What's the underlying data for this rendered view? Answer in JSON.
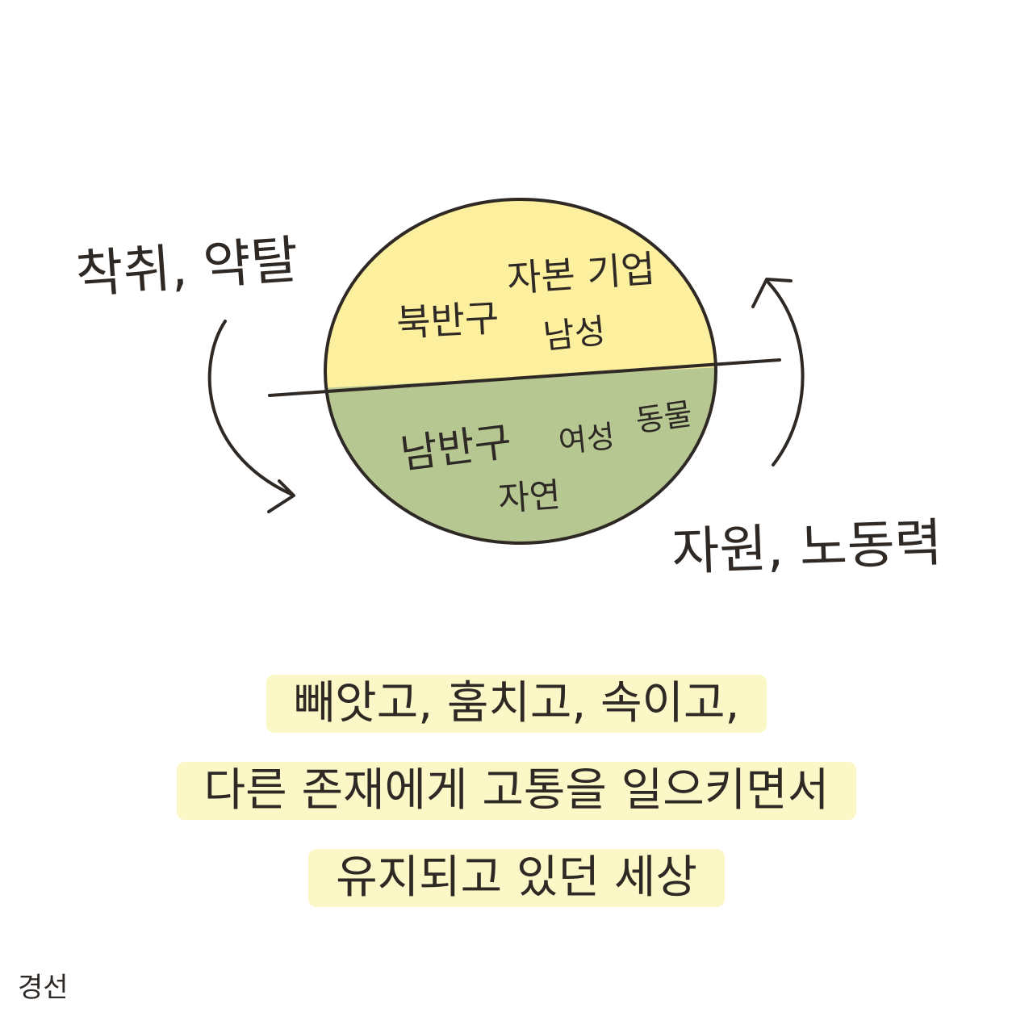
{
  "colors": {
    "north_fill": "#fcef9e",
    "south_fill": "#b6c792",
    "ink": "#2e2925",
    "highlight": "#fbf7c6"
  },
  "diagram": {
    "north_labels": {
      "capital_corporations": "자본 기업",
      "northern_hemisphere": "북반구",
      "men": "남성"
    },
    "south_labels": {
      "southern_hemisphere": "남반구",
      "women": "여성",
      "animals": "동물",
      "nature": "자연"
    },
    "left_label": "착취, 약탈",
    "right_label": "자원, 노동력",
    "icons": {
      "left_arrow": "curved-arrow-down-icon",
      "right_arrow": "curved-arrow-up-icon"
    }
  },
  "caption": {
    "line1": "빼앗고, 훔치고, 속이고,",
    "line2": "다른 존재에게 고통을 일으키면서",
    "line3": "유지되고 있던 세상"
  },
  "signature": "경선"
}
